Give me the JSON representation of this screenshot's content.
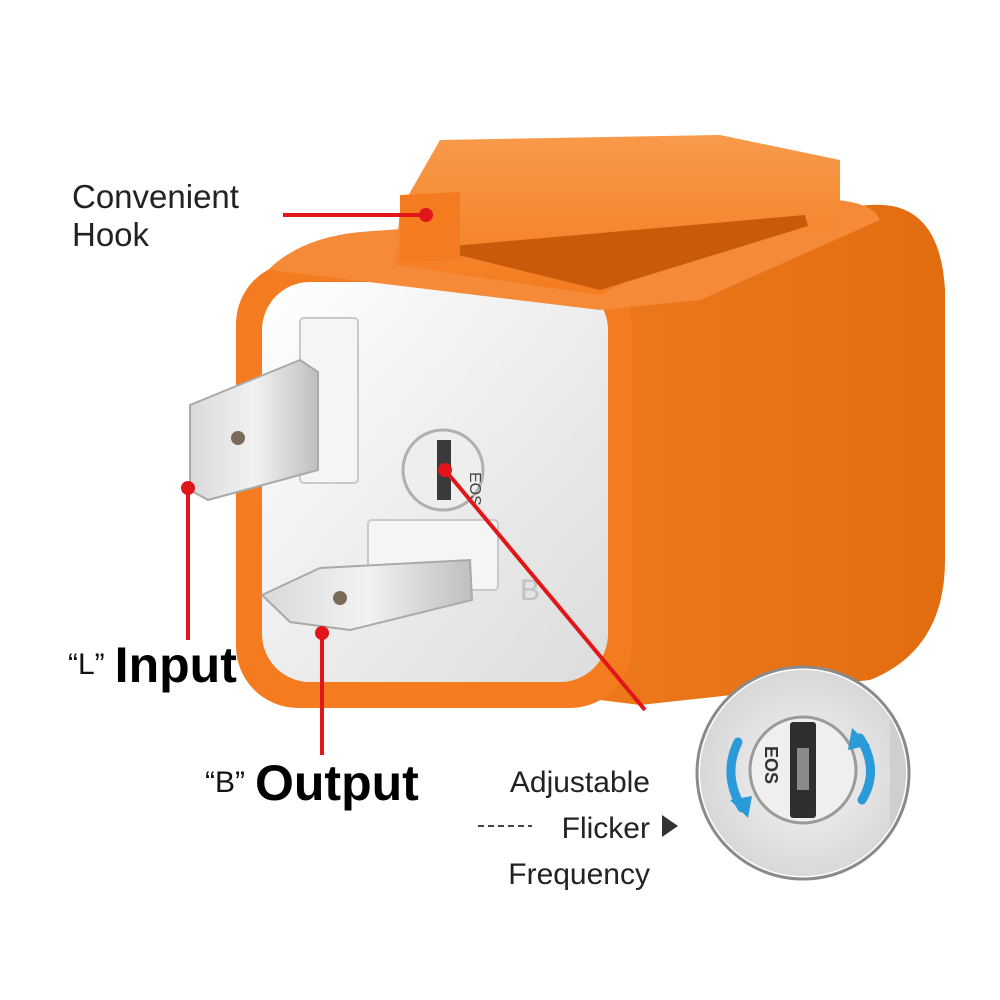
{
  "labels": {
    "hook": {
      "line1": "Convenient",
      "line2": "Hook"
    },
    "input": {
      "tag": "“L”",
      "text": "Input"
    },
    "output": {
      "tag": "“B”",
      "text": "Output"
    },
    "adjust": {
      "line1": "Adjustable",
      "line2": "Flicker",
      "line3": "Frequency"
    },
    "dial_marking": "EOS"
  },
  "colors": {
    "relay_orange": "#f47b20",
    "callout_red": "#e0161b",
    "plate_white": "#efefef",
    "arrow_blue": "#2a9ad8"
  }
}
